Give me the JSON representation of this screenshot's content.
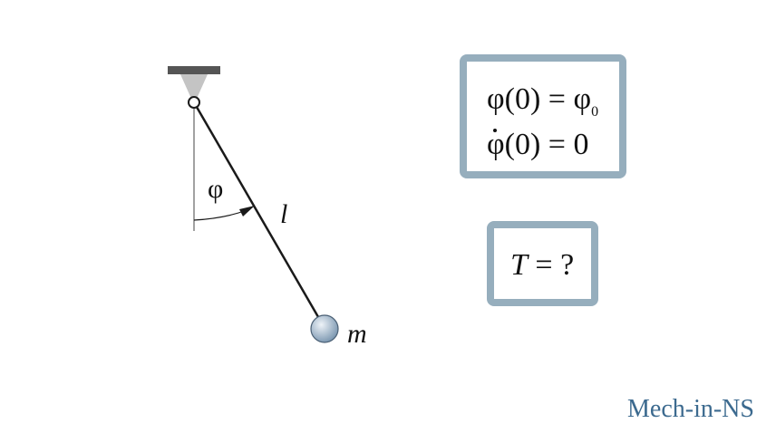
{
  "diagram": {
    "angle_symbol": "φ",
    "length_symbol": "l",
    "mass_symbol": "m"
  },
  "initial_conditions": {
    "line1": {
      "lhs": "φ(0)",
      "eq": "=",
      "rhs": "φ",
      "rhs_sub": "0"
    },
    "line2": {
      "lhs_var": "φ",
      "lhs_arg": "(0)",
      "eq": "=",
      "rhs": "0"
    }
  },
  "question": {
    "var": "T",
    "eq": "=",
    "rhs": "?"
  },
  "watermark": "Mech-in-NS",
  "colors": {
    "box_border": "#96aebd",
    "watermark": "#3c6a8f",
    "bob_light": "#e3ecf4",
    "bob_dark": "#7f9ab3",
    "support_cone": "#c4c4c4",
    "ceiling": "#555555"
  }
}
